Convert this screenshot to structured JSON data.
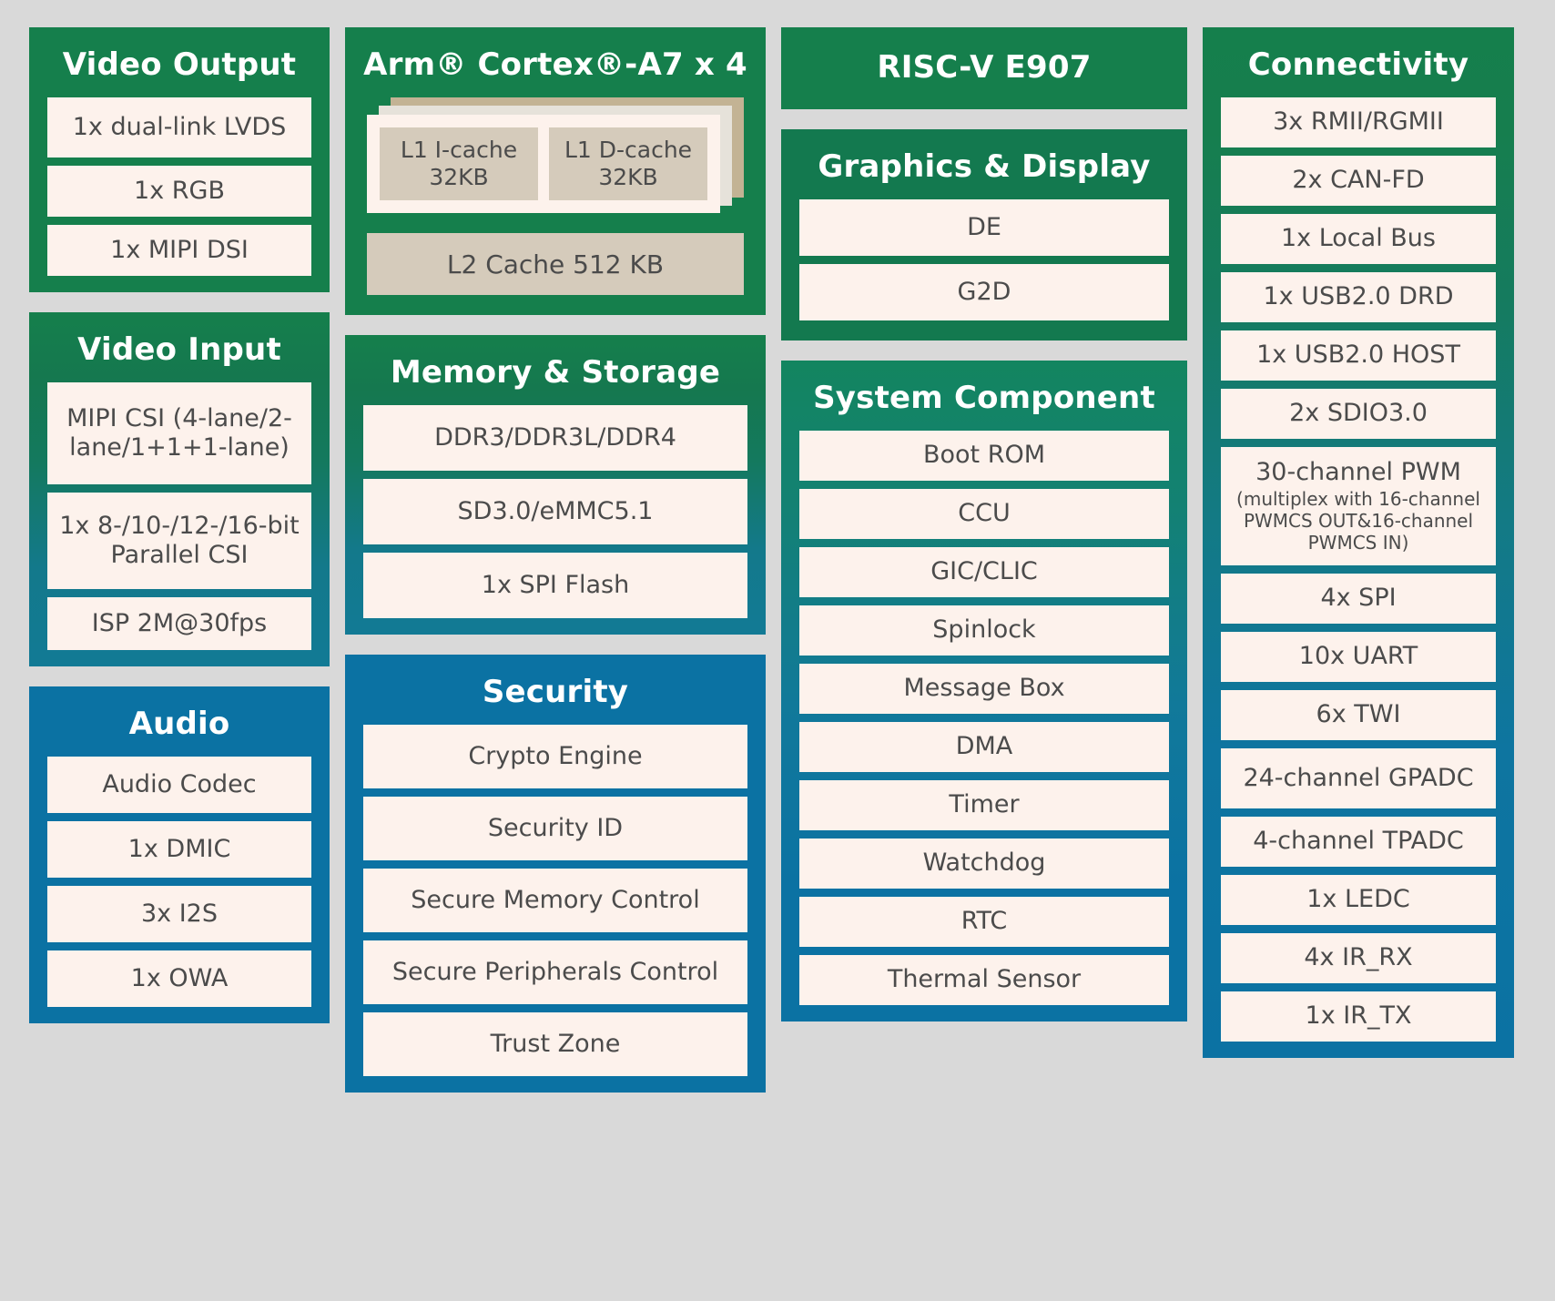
{
  "diagram": {
    "background_color": "#d9d9d9",
    "colors": {
      "green": "#157f4c",
      "teal": "#13798b",
      "blue": "#0b72a3",
      "item_cream": "#fdf2ec",
      "cache_khaki": "#d5cbbb",
      "stack_tan": "#c3b394",
      "text_dark": "#4b4b4b",
      "text_light": "#ffffff"
    }
  },
  "columns": {
    "col1": {
      "video_output": {
        "title": "Video Output",
        "items": [
          "1x dual-link LVDS",
          "1x RGB",
          "1x MIPI DSI"
        ]
      },
      "video_input": {
        "title": "Video Input",
        "items": [
          "MIPI CSI (4-lane/2-lane/1+1+1-lane)",
          "1x 8-/10-/12-/16-bit Parallel CSI",
          "ISP 2M@30fps"
        ]
      },
      "audio": {
        "title": "Audio",
        "items": [
          "Audio Codec",
          "1x DMIC",
          "3x I2S",
          "1x OWA"
        ]
      }
    },
    "col2": {
      "cpu": {
        "title": "Arm® Cortex®-A7 x 4",
        "l1_icache": "L1 I-cache 32KB",
        "l1_dcache": "L1 D-cache 32KB",
        "l2_cache": "L2 Cache 512 KB",
        "core_count": 4
      },
      "memory_storage": {
        "title": "Memory & Storage",
        "items": [
          "DDR3/DDR3L/DDR4",
          "SD3.0/eMMC5.1",
          "1x SPI Flash"
        ]
      },
      "security": {
        "title": "Security",
        "items": [
          "Crypto Engine",
          "Security ID",
          "Secure Memory Control",
          "Secure Peripherals Control",
          "Trust Zone"
        ]
      }
    },
    "col3": {
      "riscv": {
        "title": "RISC-V E907"
      },
      "graphics_display": {
        "title": "Graphics & Display",
        "items": [
          "DE",
          "G2D"
        ]
      },
      "system_component": {
        "title": "System Component",
        "items": [
          "Boot ROM",
          "CCU",
          "GIC/CLIC",
          "Spinlock",
          "Message Box",
          "DMA",
          "Timer",
          "Watchdog",
          "RTC",
          "Thermal Sensor"
        ]
      }
    },
    "col4": {
      "connectivity": {
        "title": "Connectivity",
        "items": [
          "3x RMII/RGMII",
          "2x CAN-FD",
          "1x Local Bus",
          "1x USB2.0 DRD",
          "1x USB2.0 HOST",
          "2x SDIO3.0",
          "4x SPI",
          "10x UART",
          "6x TWI",
          "24-channel GPADC",
          "4-channel TPADC",
          "1x LEDC",
          "4x IR_RX",
          "1x IR_TX"
        ],
        "pwm": {
          "headline": "30-channel PWM",
          "detail": "(multiplex with 16-channel PWMCS OUT&16-channel PWMCS IN)"
        }
      }
    }
  }
}
